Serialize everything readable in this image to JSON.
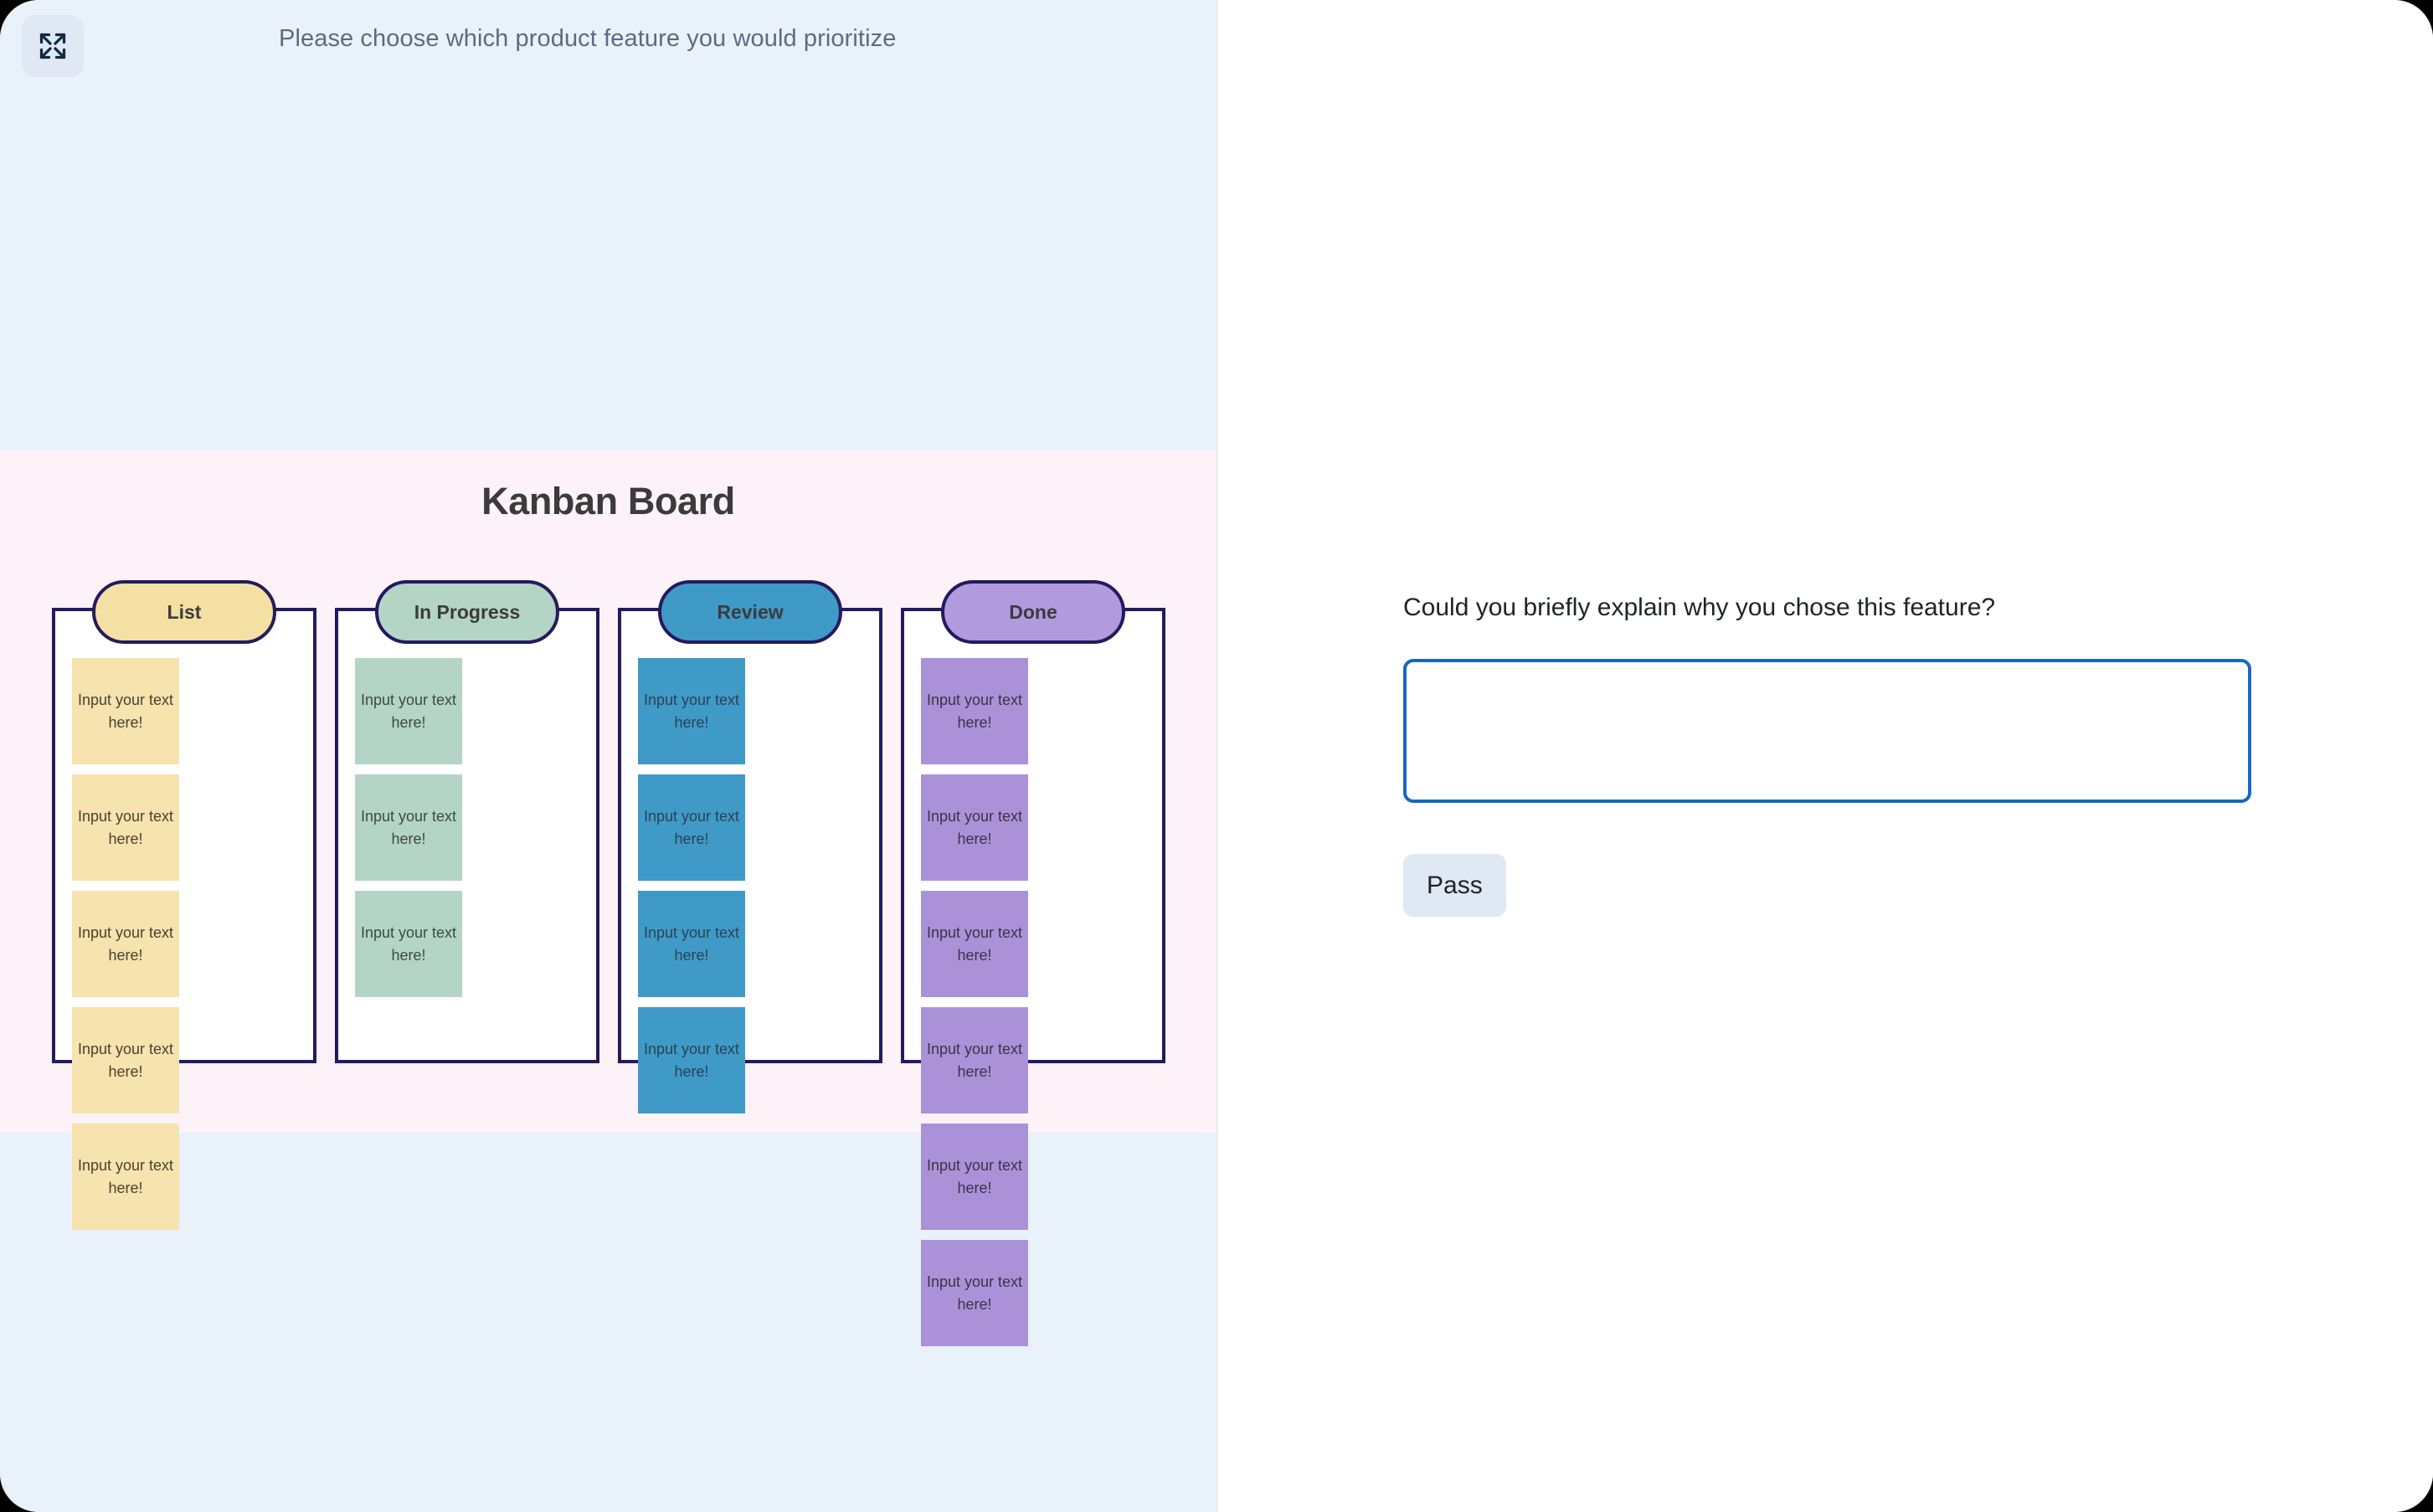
{
  "window": {
    "expand_icon": "expand-fullscreen-icon"
  },
  "canvas": {
    "prompt": "Please choose which product feature you would prioritize",
    "board": {
      "title": "Kanban Board",
      "columns": [
        {
          "id": "list",
          "label": "List",
          "header_color": "#f5e0a3",
          "card_color": "#f6e3ad",
          "cards": [
            "Input your text here!",
            "Input your text here!",
            "Input your text here!",
            "Input your text here!",
            "Input your text here!"
          ]
        },
        {
          "id": "in-progress",
          "label": "In Progress",
          "header_color": "#b4d4c6",
          "card_color": "#b4d4c6",
          "cards": [
            "Input your text here!",
            "Input your text here!",
            "Input your text here!"
          ]
        },
        {
          "id": "review",
          "label": "Review",
          "header_color": "#3f9ac8",
          "card_color": "#3f9ac8",
          "cards": [
            "Input your text here!",
            "Input your text here!",
            "Input your text here!",
            "Input your text here!"
          ]
        },
        {
          "id": "done",
          "label": "Done",
          "header_color": "#b29ade",
          "card_color": "#ab92d8",
          "cards": [
            "Input your text here!",
            "Input your text here!",
            "Input your text here!",
            "Input your text here!",
            "Input your text here!",
            "Input your text here!"
          ]
        }
      ]
    }
  },
  "chat": {
    "question": "Could you briefly explain why you chose this feature?",
    "answer_value": "",
    "answer_placeholder": "",
    "pass_label": "Pass"
  },
  "colors": {
    "canvas_background": "#e9f1fb",
    "board_band_background": "#fdf2f8",
    "board_outline": "#241a5e",
    "input_border": "#1769c0",
    "button_background": "#dfe8f3"
  }
}
